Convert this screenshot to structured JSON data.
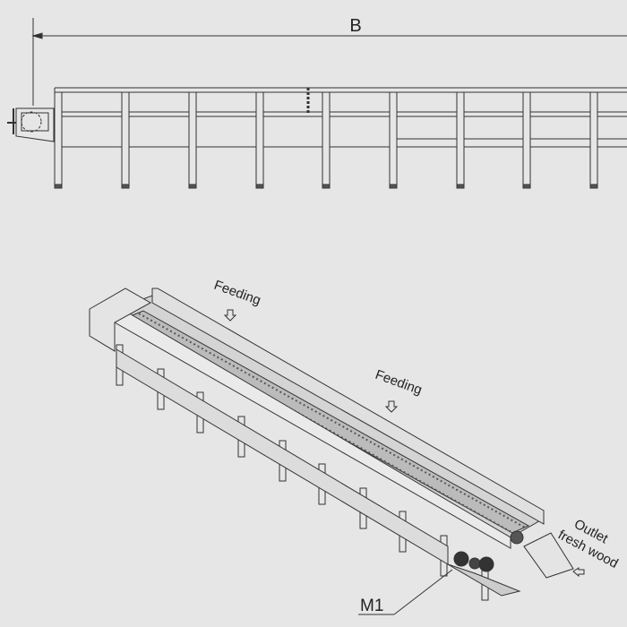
{
  "top_view": {
    "dimension_label": "B"
  },
  "iso_view": {
    "feeding_label_1": "Feeding",
    "feeding_label_2": "Feeding",
    "outlet_label_line1": "Outlet",
    "outlet_label_line2": "fresh wood",
    "motor_label": "M1"
  },
  "colors": {
    "background": "#e6e6e6",
    "line": "#333333"
  }
}
